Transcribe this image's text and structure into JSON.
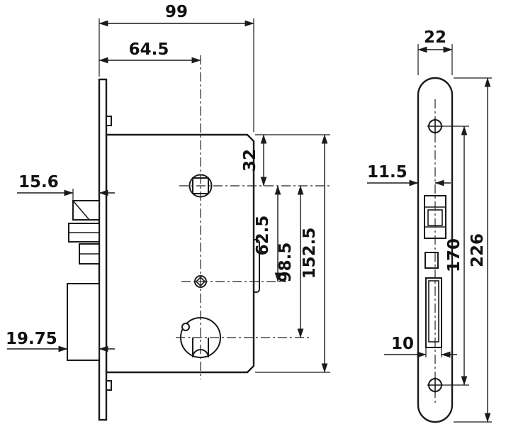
{
  "drawing": {
    "title": "mortise-lock-technical-drawing",
    "colors": {
      "ink": "#1a1a1a",
      "background": "#ffffff"
    }
  },
  "left_view": {
    "total_width": "99",
    "backset": "64.5",
    "top_to_spindle": "32",
    "spindle_to_follower": "62.5",
    "spindle_to_cylinder": "98.5",
    "body_height": "152.5",
    "latch_projection": "15.6",
    "deadbolt_projection": "19.75"
  },
  "right_view": {
    "plate_width": "22",
    "edge_to_center": "11.5",
    "screw_spacing": "170",
    "plate_length": "226",
    "bolt_cutout_width": "10"
  }
}
